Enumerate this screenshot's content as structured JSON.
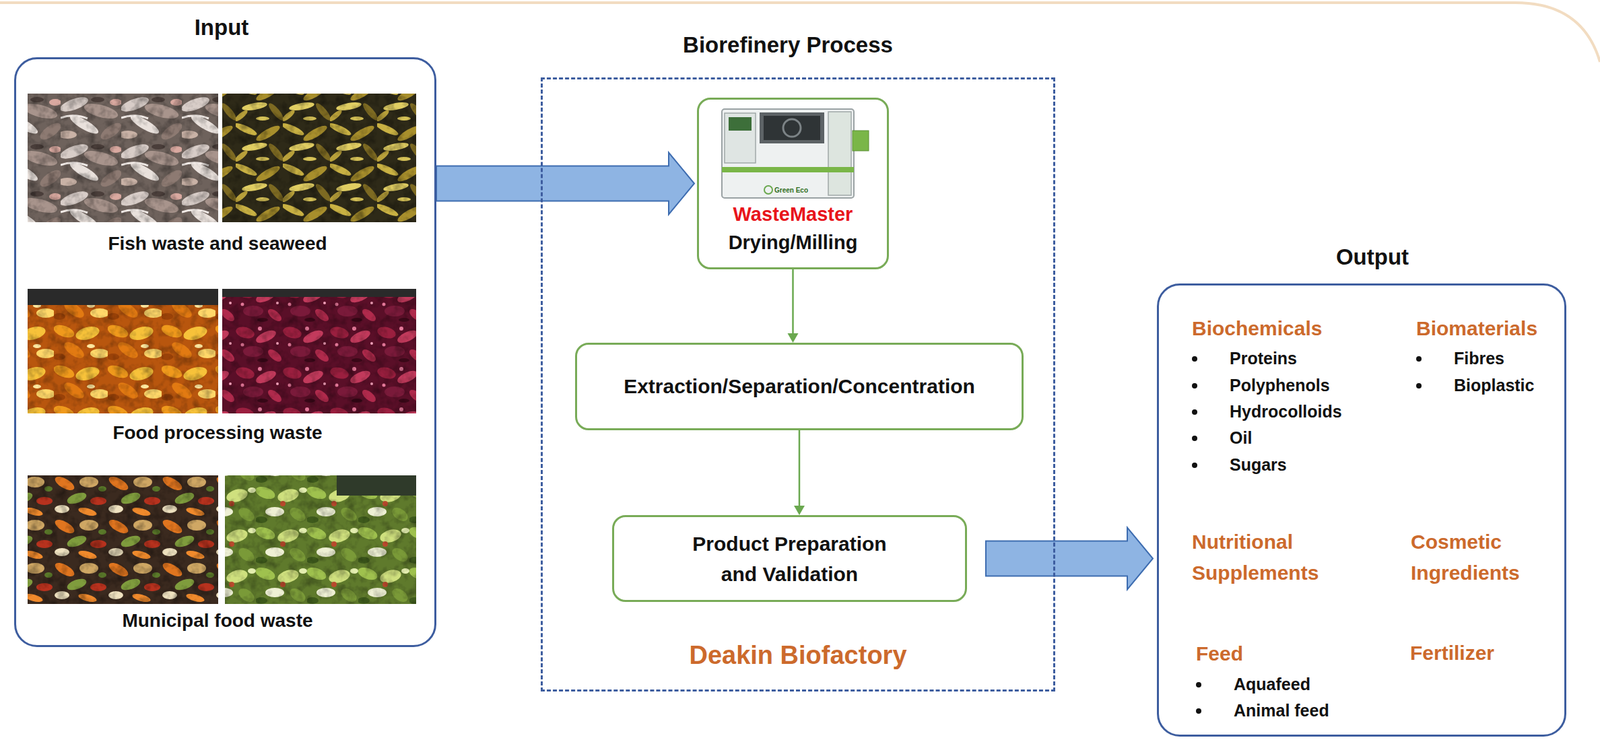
{
  "diagram": {
    "nodes": [
      {
        "text": [
          "Input",
          "Fish waste and seaweed",
          "Food processing waste",
          "Municipal food waste"
        ]
      },
      {
        "text": [
          "Biorefinery Process",
          "Deakin Biofactory"
        ]
      },
      {
        "text": [
          "WasteMaster",
          "Drying/Milling"
        ],
        "in": 1
      },
      {
        "text": [
          "Extraction/Separation/Concentration"
        ],
        "in": 1
      },
      {
        "text": [
          "Product Preparation and Validation"
        ],
        "in": 1
      },
      {
        "text": [
          "Output",
          "Biochemicals",
          "Proteins",
          "Polyphenols",
          "Hydrocolloids",
          "Oil",
          "Sugars",
          "Biomaterials",
          "Fibres",
          "Bioplastic",
          "Nutritional Supplements",
          "Cosmetic Ingredients",
          "Feed",
          "Aquafeed",
          "Animal feed",
          "Fertilizer"
        ]
      }
    ],
    "edges": [
      {
        "from": 0,
        "to": 2,
        "arrow": "to"
      },
      {
        "from": 2,
        "to": 3,
        "arrow": "to"
      },
      {
        "from": 3,
        "to": 4,
        "arrow": "to"
      },
      {
        "from": 4,
        "to": 5,
        "arrow": "to"
      }
    ],
    "labels": [
      "Green Eco"
    ]
  }
}
